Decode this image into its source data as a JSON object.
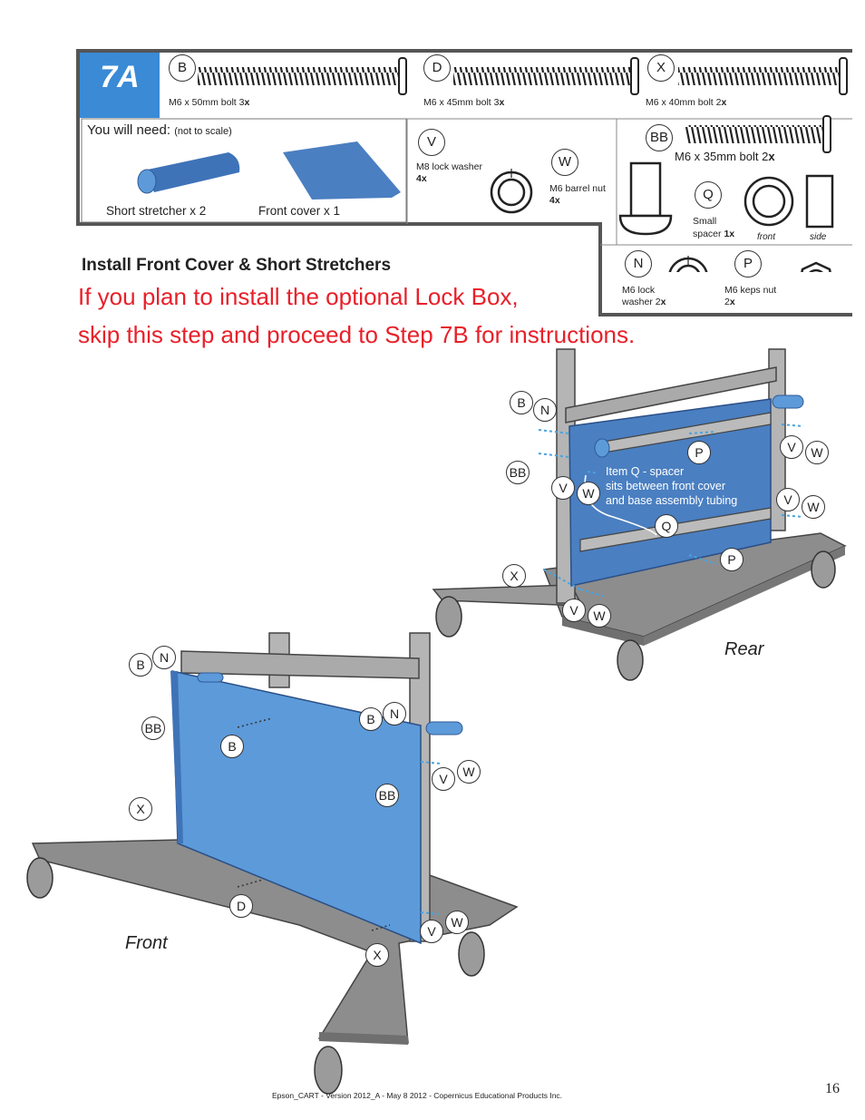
{
  "step": {
    "number": "7A",
    "heading": "Install Front Cover & Short Stretchers",
    "warning_line1": "If you plan to install the optional Lock Box,",
    "warning_line2": "skip this step and proceed to Step 7B for instructions."
  },
  "parts": {
    "B": {
      "letter": "B",
      "name": "M6 x 50mm bolt 3",
      "qty": "x"
    },
    "D": {
      "letter": "D",
      "name": "M6  x 45mm bolt 3",
      "qty": "x"
    },
    "X": {
      "letter": "X",
      "name": "M6  x 40mm bolt 2",
      "qty": "x"
    },
    "BB": {
      "letter": "BB",
      "name": "M6 x 35mm bolt 2",
      "qty": "x"
    },
    "V": {
      "letter": "V",
      "name": "M8 lock washer",
      "qty": "4x"
    },
    "W": {
      "letter": "W",
      "name": "M6 barrel nut",
      "qty": "4x"
    },
    "Q": {
      "letter": "Q",
      "name_line1": "Small",
      "name_line2": "spacer ",
      "qty": "1x",
      "front": "front",
      "side": "side"
    },
    "N": {
      "letter": "N",
      "name_line1": "M6 lock",
      "name_line2": "washer 2",
      "qty": "x"
    },
    "P": {
      "letter": "P",
      "name_line1": "M6 keps nut",
      "name_line2": "2",
      "qty": "x"
    }
  },
  "you_will_need": {
    "title": "You will need: ",
    "note": "(not to scale)",
    "item1": "Short stretcher x 2",
    "item2": "Front cover x 1"
  },
  "rear_view": {
    "caption": "Rear",
    "note_line1": "Item Q - spacer",
    "note_line2": "sits between front cover",
    "note_line3": "and base assembly tubing"
  },
  "front_view": {
    "caption": "Front"
  },
  "callouts": {
    "B": "B",
    "N": "N",
    "P": "P",
    "V": "V",
    "W": "W",
    "BB": "BB",
    "Q": "Q",
    "X": "X",
    "D": "D"
  },
  "footer": {
    "text": "Epson_CART - Version 2012_A - May 8 2012 - Copernicus Educational Products Inc.",
    "page_number": "16"
  },
  "colors": {
    "step_badge": "#3a8ad6",
    "cover_blue": "#4a7fc1",
    "front_cover_blue": "#5d9ad9",
    "warning_red": "#e8202a",
    "frame_gray": "#666666"
  }
}
